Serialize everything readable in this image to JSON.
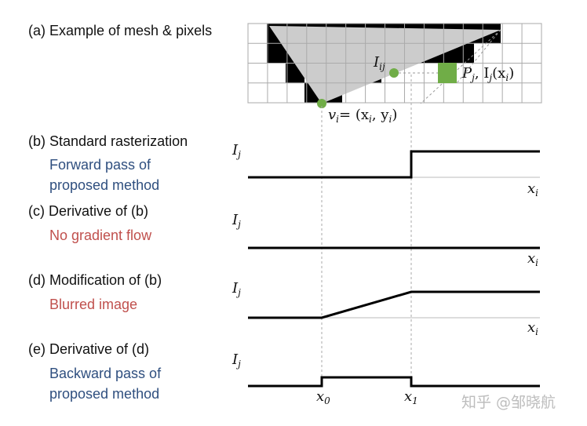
{
  "rows": [
    {
      "label": "(a) Example of mesh & pixels",
      "sub": "",
      "sub_color": ""
    },
    {
      "label": "(b) Standard rasterization",
      "sub": "Forward pass of\nproposed method",
      "sub_color": "#2f4f7f"
    },
    {
      "label": "(c) Derivative of (b)",
      "sub": "No gradient flow",
      "sub_color": "#c0504d"
    },
    {
      "label": "(d) Modification of (b)",
      "sub": "Blurred image",
      "sub_color": "#c0504d"
    },
    {
      "label": "(e) Derivative of (d)",
      "sub": "Backward pass of\nproposed method",
      "sub_color": "#2f4f7f"
    }
  ],
  "mesh": {
    "grid_cols": 15,
    "grid_rows": 4,
    "vertex_label_main": "v",
    "vertex_label_sub": "i",
    "vertex_eq": "= (x",
    "vertex_eq2": ", y",
    "vertex_eq3": ")",
    "intersect_label_main": "I",
    "intersect_label_sub": "ij",
    "pixel_label_main": "P",
    "pixel_label_sub": "j",
    "pixel_label_mid": ", I",
    "pixel_label_end": "(x",
    "pixel_label_close": ")",
    "triangle_color": "#cccccc",
    "pixel_color": "#70ad47",
    "vertex_color": "#70ad47"
  },
  "plots": {
    "y_label_main": "I",
    "y_label_sub": "j",
    "x_label_main": "x",
    "x_label_sub": "i",
    "x0_main": "x",
    "x0_sub": "0",
    "x1_main": "x",
    "x1_sub": "1"
  },
  "watermark": "知乎 @邹晓航"
}
